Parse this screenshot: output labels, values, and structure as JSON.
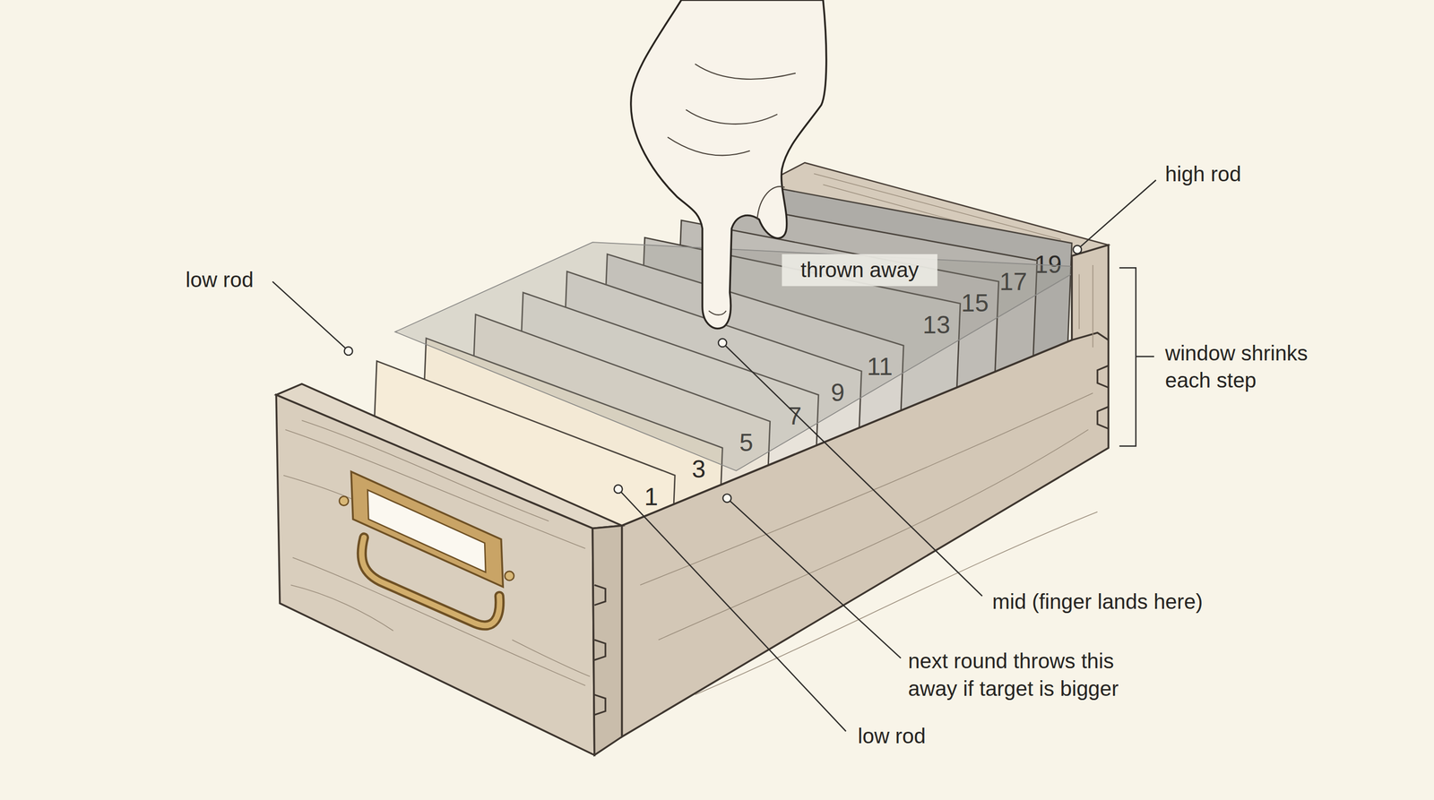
{
  "diagram": {
    "nodes": [
      {
        "text": [
          "1"
        ]
      },
      {
        "text": [
          "3"
        ]
      },
      {
        "text": [
          "5"
        ]
      },
      {
        "text": [
          "7"
        ]
      },
      {
        "text": [
          "9"
        ]
      },
      {
        "text": [
          "11"
        ]
      },
      {
        "text": [
          "13"
        ]
      },
      {
        "text": [
          "15"
        ]
      },
      {
        "text": [
          "17"
        ]
      },
      {
        "text": [
          "19"
        ]
      },
      {
        "text": [
          "thrown away"
        ]
      }
    ],
    "labels": [
      "low rod",
      "high rod",
      "window shrinks each step",
      "mid (finger lands here)",
      "next round throws this away if target is bigger",
      "low rod"
    ]
  }
}
